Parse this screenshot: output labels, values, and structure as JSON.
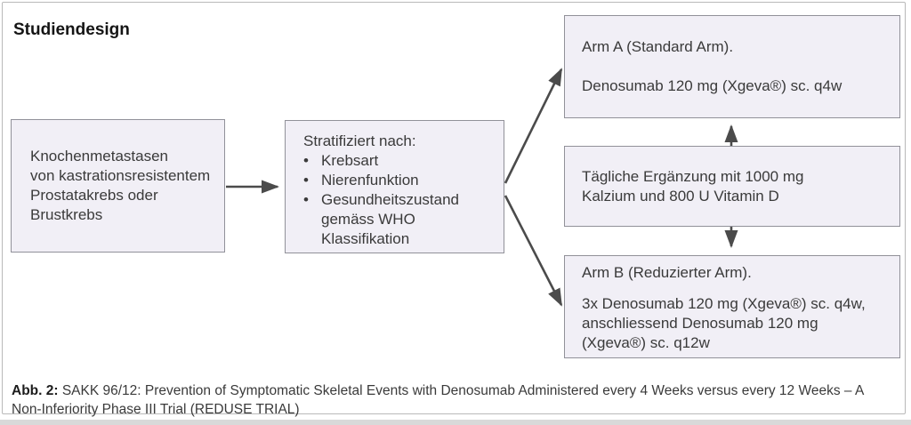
{
  "title": "Studiendesign",
  "colors": {
    "box_fill": "#f1eff6",
    "box_border": "#919199",
    "arrow": "#4b4b4b",
    "frame_border": "#b9b9b9",
    "text": "#3a3a3a"
  },
  "diagram": {
    "population_box": {
      "lines": [
        "Knochenmetastasen",
        "von kastrationsresistentem",
        "Prostatakrebs oder",
        "Brustkrebs"
      ]
    },
    "stratification_box": {
      "heading": "Stratifiziert nach:",
      "bullets": [
        "Krebsart",
        "Nierenfunktion",
        "Gesundheitszustand gemäss WHO Klassifikation"
      ]
    },
    "arm_a_box": {
      "title": "Arm A (Standard Arm).",
      "regimen": "Denosumab 120 mg (Xgeva®) sc. q4w"
    },
    "supplement_box": {
      "lines": [
        "Tägliche Ergänzung mit 1000 mg",
        "Kalzium und 800 U Vitamin D"
      ]
    },
    "arm_b_box": {
      "title": "Arm B (Reduzierter Arm).",
      "regimen_lines": [
        "3x Denosumab 120 mg (Xgeva®) sc. q4w,",
        "anschliessend Denosumab 120 mg",
        "(Xgeva®) sc. q12w"
      ]
    }
  },
  "caption": {
    "label": "Abb. 2:",
    "text": "SAKK 96/12: Prevention of Symptomatic Skeletal Events with Denosumab Administered every 4 Weeks versus every 12 Weeks – A Non-Inferiority Phase III Trial (REDUSE TRIAL)"
  }
}
